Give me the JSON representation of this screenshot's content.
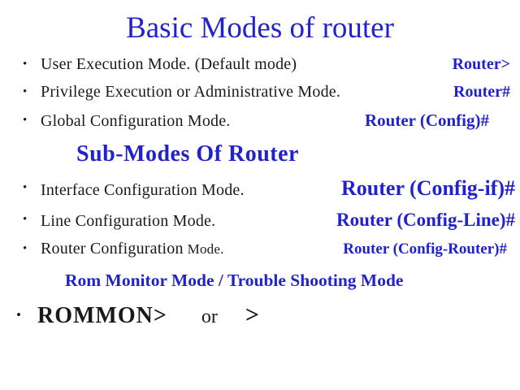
{
  "slide": {
    "title": "Basic Modes of router",
    "colors": {
      "accent_blue": "#2222cc",
      "text_black": "#1a1a1a",
      "background": "#ffffff"
    },
    "bullets_main": [
      {
        "label": "User Execution Mode. (Default mode)",
        "command": "Router>"
      },
      {
        "label": "Privilege Execution or Administrative Mode.",
        "command": "Router#"
      },
      {
        "label": "Global Configuration Mode.",
        "command": "Router (Config)#"
      }
    ],
    "sub_heading": "Sub-Modes Of Router",
    "bullets_sub": [
      {
        "label": "Interface Configuration Mode.",
        "command": "Router (Config-if)#"
      },
      {
        "label": "Line Configuration Mode.",
        "command": "Router (Config-Line)#"
      },
      {
        "label": "Router Configuration",
        "label_small": "Mode.",
        "command": "Router (Config-Router)#"
      }
    ],
    "rom_monitor_line": "Rom Monitor Mode / Trouble Shooting Mode",
    "rommon": {
      "prompt": "ROMMON>",
      "or_text": "or",
      "alt_prompt": ">"
    },
    "bullet_glyph": "•"
  }
}
